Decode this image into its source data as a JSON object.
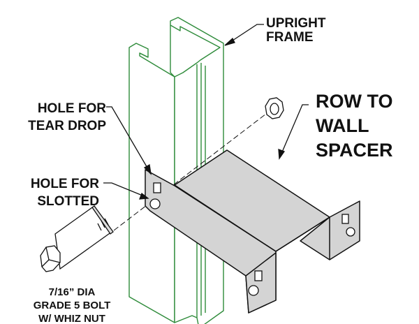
{
  "labels": {
    "upright_frame": [
      "UPRIGHT",
      "FRAME"
    ],
    "row_to_wall_spacer": [
      "ROW TO",
      "WALL",
      "SPACER"
    ],
    "hole_tear_drop": [
      "HOLE FOR",
      "TEAR DROP"
    ],
    "hole_slotted": [
      "HOLE FOR",
      "SLOTTED"
    ],
    "bolt": [
      "7/16” DIA",
      "GRADE 5 BOLT",
      "W/ WHIZ NUT"
    ]
  },
  "colors": {
    "upright": "#2e8b3a",
    "spacer": "#d4d4d4",
    "ink": "#111111"
  }
}
